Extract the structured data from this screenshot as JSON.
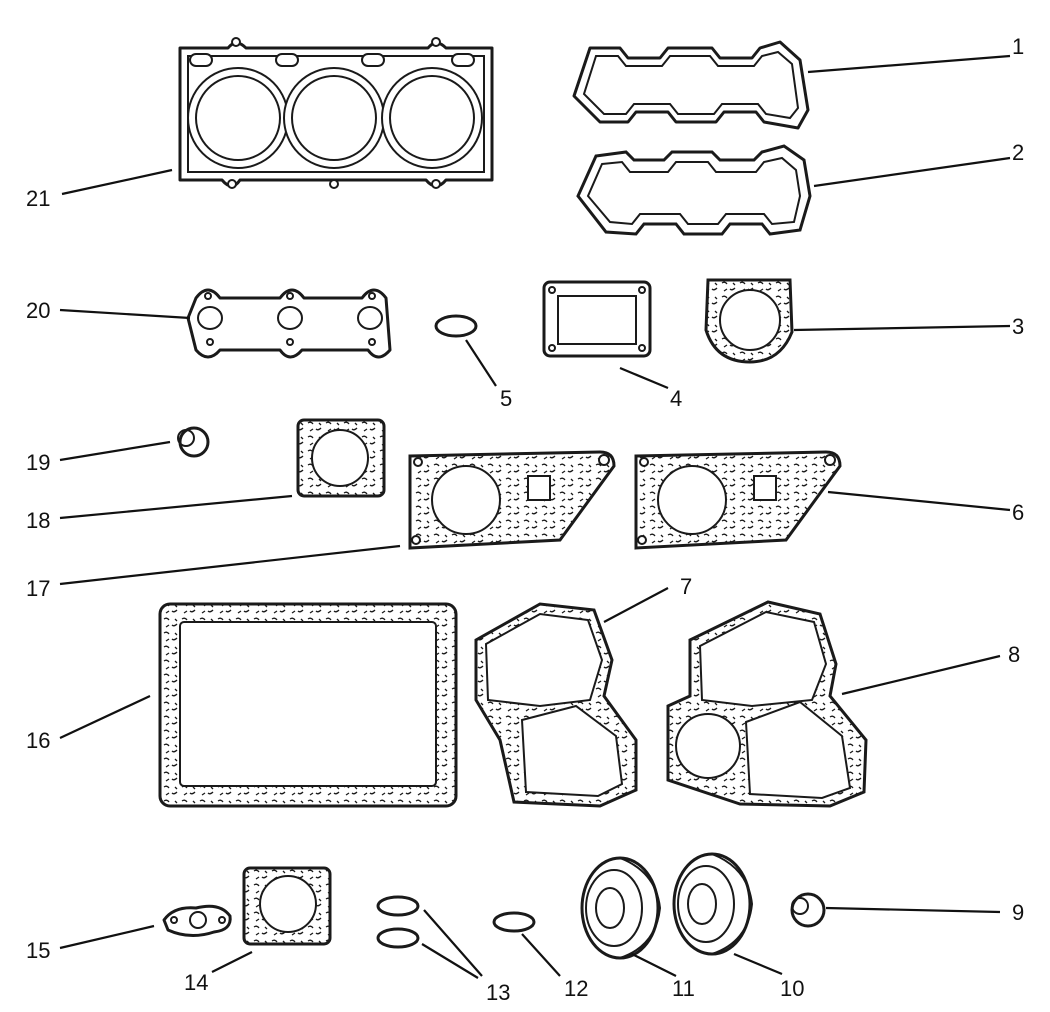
{
  "callouts": [
    "1",
    "2",
    "3",
    "4",
    "5",
    "6",
    "7",
    "8",
    "9",
    "10",
    "11",
    "12",
    "13",
    "14",
    "15",
    "16",
    "17",
    "18",
    "19",
    "20",
    "21"
  ],
  "colors": {
    "ink": "#1a1a1a",
    "paper": "#ffffff"
  }
}
